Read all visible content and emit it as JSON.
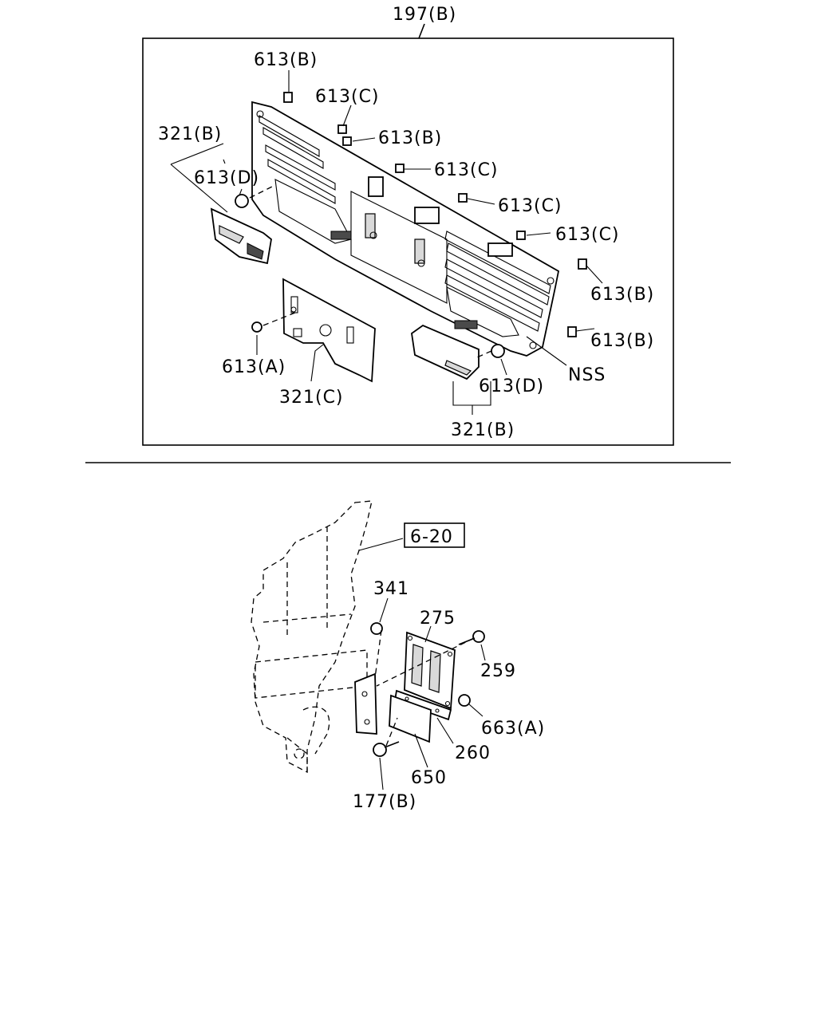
{
  "top_section": {
    "callouts": {
      "assembly": "197(B)",
      "clip_b_top": "613(B)",
      "clip_c_1": "613(C)",
      "clip_b_2": "613(B)",
      "end_cap_left": "321(B)",
      "screw_d_left": "613(D)",
      "clip_c_2": "613(C)",
      "clip_c_3": "613(C)",
      "clip_c_4": "613(C)",
      "clip_b_right_1": "613(B)",
      "clip_b_right_2": "613(B)",
      "screw_a": "613(A)",
      "plate_bracket": "321(C)",
      "nss": "NSS",
      "screw_d_right": "613(D)",
      "end_cap_right": "321(B)"
    }
  },
  "bottom_section": {
    "reference_box": "6-20",
    "callouts": {
      "nut_341": "341",
      "plate_275": "275",
      "bolt_259": "259",
      "nut_663a": "663(A)",
      "bracket_260": "260",
      "plate_650": "650",
      "bolt_177b": "177(B)"
    }
  }
}
